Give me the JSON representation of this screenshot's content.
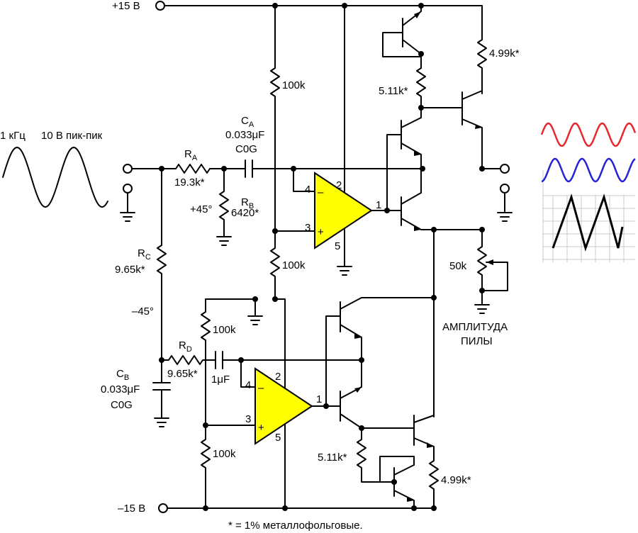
{
  "rails": {
    "pos": "+15 В",
    "neg": "–15 В"
  },
  "input_label": {
    "freq": "1 кГц",
    "amp": "10 В пик-пик"
  },
  "ra": {
    "name": "R",
    "sub": "A",
    "value": "19.3k*"
  },
  "ca": {
    "name": "C",
    "sub": "A",
    "value": "0.033μF",
    "type": "C0G"
  },
  "rb": {
    "name": "R",
    "sub": "B",
    "value": "6420*"
  },
  "rc": {
    "name": "R",
    "sub": "C",
    "value": "9.65k*"
  },
  "rd": {
    "name": "R",
    "sub": "D",
    "value": "9.65k*"
  },
  "cb": {
    "name": "C",
    "sub": "B",
    "value": "0.033μF",
    "type": "C0G"
  },
  "c_coupling": "1μF",
  "phase": {
    "plus": "+45°",
    "minus": "–45°"
  },
  "r100k": "100k",
  "r511": "5.11k*",
  "r499": "4.99k*",
  "pot": {
    "value": "50k",
    "label_line1": "АМПЛИТУДА",
    "label_line2": "ПИЛЫ"
  },
  "pins": {
    "p1": "1",
    "p2": "2",
    "p3": "3",
    "p4": "4",
    "p5": "5",
    "minus": "–",
    "plus": "+"
  },
  "footnote": "* = 1% металлофольговые.",
  "colors": {
    "red": "#e8282d",
    "blue": "#2424d6",
    "opamp": "#ffff00"
  }
}
